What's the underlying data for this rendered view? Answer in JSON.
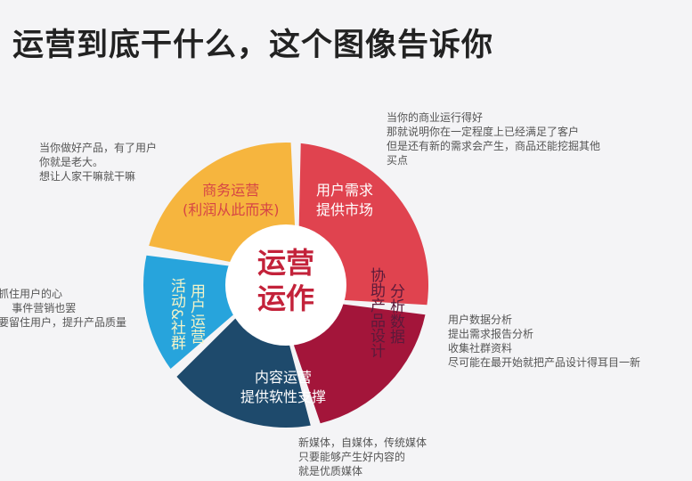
{
  "title": "运营到底干什么，这个图像告诉你",
  "center": "运营\n运作",
  "segments": [
    {
      "label": "商务运营\n(利润从此而来)",
      "color": "#f6b53e",
      "text_color": "#d64545"
    },
    {
      "label": "用户需求\n提供市场",
      "color": "#e0434f",
      "text_color": "#ffffff"
    },
    {
      "label": "分析数据",
      "label2": "协助产品设计",
      "color": "#a3153a",
      "text_color": "#5a1a3a"
    },
    {
      "label": "内容运营\n提供软性支撑",
      "color": "#1e4a6c",
      "text_color": "#ffffff"
    },
    {
      "label": "用户运营",
      "label2": "活动&社群",
      "color": "#27a4dc",
      "text_color": "#ffffff"
    }
  ],
  "notes": {
    "top_left": "当你做好产品，有了用户\n你就是老大。\n想让人家干嘛就干嘛",
    "top_right": "当你的商业运行得好\n那就说明你在一定程度上已经满足了客户\n但是还有新的需求会产生，商品还能挖掘其他\n买点",
    "left": "抓住用户的心\n    事件营销也罢\n要留住用户，提升产品质量",
    "right": "用户数据分析\n提出需求报告分析\n收集社群资料\n尽可能在最开始就把产品设计得耳目一新",
    "bottom": "新媒体，自媒体，传统媒体\n只要能够产生好内容的\n就是优质媒体"
  }
}
